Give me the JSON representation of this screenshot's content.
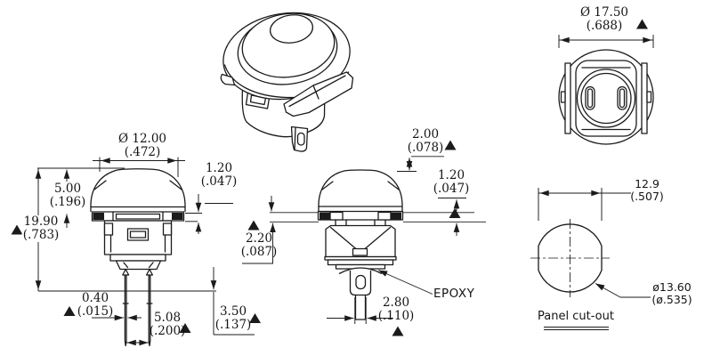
{
  "drawing": {
    "views": {
      "front": {
        "dims": {
          "cap_diameter": {
            "mm": "Ø 12.00",
            "in": "(.472)"
          },
          "panel_thickness": {
            "mm": "1.20",
            "in": "(.047)"
          },
          "cap_height": {
            "mm": "5.00",
            "in": "(.196)"
          },
          "total_height": {
            "mm": "19.90",
            "in": "(.783)"
          },
          "pin_width": {
            "mm": "0.40",
            "in": "(.015)"
          },
          "pin_spacing": {
            "mm": "5.08",
            "in": "(.200)"
          },
          "pin_length": {
            "mm": "3.50",
            "in": "(.137)"
          }
        }
      },
      "side": {
        "dims": {
          "travel": {
            "mm": "2.00",
            "in": "(.078)"
          },
          "panel_thickness": {
            "mm": "1.20",
            "in": "(.047)"
          },
          "bezel_depth": {
            "mm": "2.20",
            "in": "(.087)"
          },
          "terminal_width": {
            "mm": "2.80",
            "in": "(.110)"
          }
        },
        "epoxy_label": "EPOXY"
      },
      "bottom": {
        "dims": {
          "outer_diameter": {
            "mm": "Ø 17.50",
            "in": "(.688)"
          }
        }
      },
      "cutout": {
        "dims": {
          "across_flats": {
            "mm": "12.9",
            "in": "(.507)"
          },
          "hole_diameter": {
            "mm": "ø13.60",
            "in": "(ø.535)"
          }
        },
        "label": "Panel cut-out"
      }
    }
  }
}
